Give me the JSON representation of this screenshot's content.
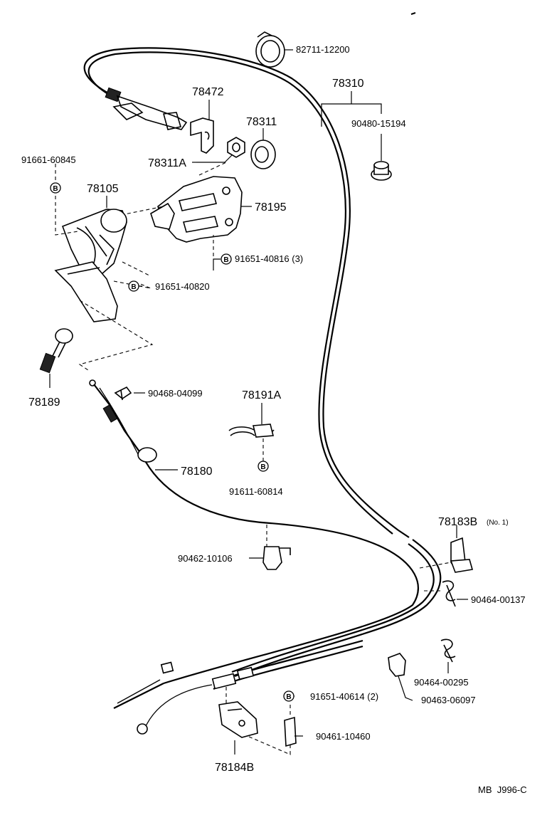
{
  "callouts": {
    "p82711": "82711-12200",
    "p78310": "78310",
    "p90480": "90480-15194",
    "p78472": "78472",
    "p78311": "78311",
    "p78311a": "78311A",
    "p91661": "91661-60845",
    "p78105": "78105",
    "p78195": "78195",
    "p91651_40816": "91651-40816 (3)",
    "p91651_40820": "91651-40820",
    "p78189": "78189",
    "p90468": "90468-04099",
    "p78191a": "78191A",
    "p78180": "78180",
    "p91611": "91611-60814",
    "p78183b": "78183B",
    "p78183b_note": "(No. 1)",
    "p90462": "90462-10106",
    "p90464_00137": "90464-00137",
    "p91651_40614": "91651-40614 (2)",
    "p90463": "90463-06097",
    "p90464_00295": "90464-00295",
    "p90461": "90461-10460",
    "p78184b": "78184B"
  },
  "marker": "B",
  "footer_code": "MB  J996-C"
}
